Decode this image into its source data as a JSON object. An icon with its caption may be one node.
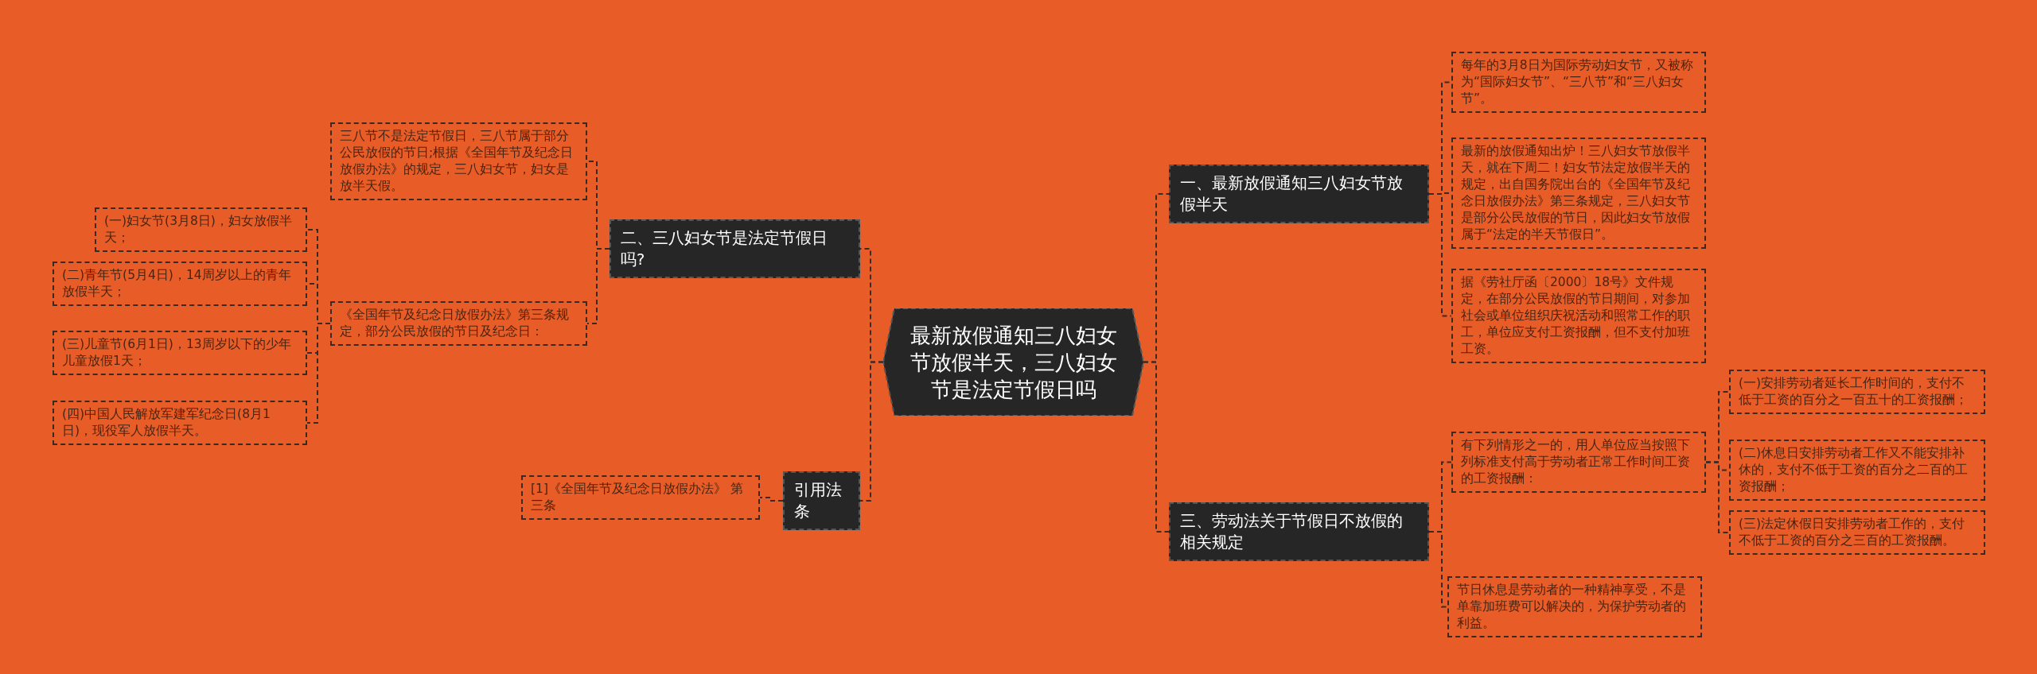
{
  "diagram": {
    "nodes": [
      {
        "text": [
          "最新放假通知三八妇女节放假半天，三八妇女节是法定节假日吗"
        ]
      },
      {
        "text": [
          "一、最新放假通知三八妇女节放假半天"
        ]
      },
      {
        "text": [
          "每年的3月8日为国际劳动妇女节，又被称为“国际妇女节”、“三八节”和“三八妇女节”。"
        ]
      },
      {
        "text": [
          "最新的放假通知出炉！三八妇女节放假半天，就在下周二！妇女节法定放假半天的规定，出自国务院出台的《全国年节及纪念日放假办法》第三条规定，三八妇女节是部分公民放假的节日，因此妇女节放假属于“法定的半天节假日”。"
        ]
      },
      {
        "text": [
          "据《劳社厅函〔2000〕18号》文件规定，在部分公民放假的节日期间，对参加社会或单位组织庆祝活动和照常工作的职工，单位应支付工资报酬，但不支付加班工资。"
        ]
      },
      {
        "text": [
          "三、劳动法关于节假日不放假的相关规定"
        ]
      },
      {
        "text": [
          "有下列情形之一的，用人单位应当按照下列标准支付高于劳动者正常工作时间工资的工资报酬："
        ]
      },
      {
        "text": [
          "(一)安排劳动者延长工作时间的，支付不低于工资的百分之一百五十的工资报酬；"
        ]
      },
      {
        "text": [
          "(二)休息日安排劳动者工作又不能安排补休的，支付不低于工资的百分之二百的工资报酬；"
        ]
      },
      {
        "text": [
          "(三)法定休假日安排劳动者工作的，支付不低于工资的百分之三百的工资报酬。"
        ]
      },
      {
        "text": [
          "节日休息是劳动者的一种精神享受，不是单靠加班费可以解决的，为保护劳动者的利益。"
        ]
      },
      {
        "text": [
          "二、三八妇女节是法定节假日吗?"
        ]
      },
      {
        "text": [
          "三八节不是法定节假日，三八节属于部分公民放假的节日;根据《全国年节及纪念日放假办法》的规定，三八妇女节，妇女是放半天假。"
        ]
      },
      {
        "text": [
          "《全国年节及纪念日放假办法》第三条规定，部分公民放假的节日及纪念日："
        ]
      },
      {
        "text": [
          "(一)妇女节(3月8日)，妇女放假半天；"
        ]
      },
      {
        "text": [
          "(二)青年节(5月4日)，14周岁以上的青年放假半天；"
        ]
      },
      {
        "text": [
          "(三)儿童节(6月1日)，13周岁以下的少年儿童放假1天；"
        ]
      },
      {
        "text": [
          "(四)中国人民解放军建军纪念日(8月1日)，现役军人放假半天。"
        ]
      },
      {
        "text": [
          "引用法条"
        ]
      },
      {
        "text": [
          "[1]《全国年节及纪念日放假办法》 第三条"
        ]
      }
    ],
    "edges": [
      {
        "from": 0,
        "to": 1,
        "arrow": "none"
      },
      {
        "from": 1,
        "to": 2,
        "arrow": "none"
      },
      {
        "from": 1,
        "to": 3,
        "arrow": "none"
      },
      {
        "from": 1,
        "to": 4,
        "arrow": "none"
      },
      {
        "from": 0,
        "to": 5,
        "arrow": "none"
      },
      {
        "from": 5,
        "to": 6,
        "arrow": "none"
      },
      {
        "from": 6,
        "to": 7,
        "arrow": "none"
      },
      {
        "from": 6,
        "to": 8,
        "arrow": "none"
      },
      {
        "from": 6,
        "to": 9,
        "arrow": "none"
      },
      {
        "from": 5,
        "to": 10,
        "arrow": "none"
      },
      {
        "from": 0,
        "to": 11,
        "arrow": "none"
      },
      {
        "from": 11,
        "to": 12,
        "arrow": "none"
      },
      {
        "from": 11,
        "to": 13,
        "arrow": "none"
      },
      {
        "from": 13,
        "to": 14,
        "arrow": "none"
      },
      {
        "from": 13,
        "to": 15,
        "arrow": "none"
      },
      {
        "from": 13,
        "to": 16,
        "arrow": "none"
      },
      {
        "from": 13,
        "to": 17,
        "arrow": "none"
      },
      {
        "from": 0,
        "to": 18,
        "arrow": "none"
      },
      {
        "from": 18,
        "to": 19,
        "arrow": "none"
      }
    ]
  }
}
